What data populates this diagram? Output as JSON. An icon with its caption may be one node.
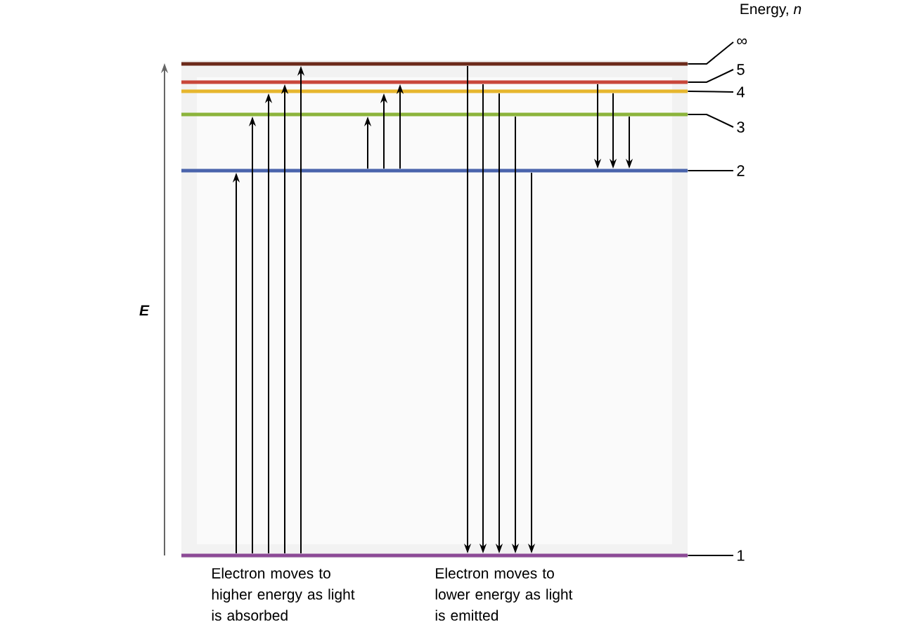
{
  "diagram": {
    "nodes": [
      {
        "text": [],
        "shape": "bar"
      },
      {
        "text": [],
        "shape": "bar"
      },
      {
        "text": [],
        "shape": "bar"
      },
      {
        "text": [],
        "shape": "bar"
      },
      {
        "text": [],
        "shape": "bar"
      },
      {
        "text": [],
        "shape": "bar"
      },
      {
        "text": [
          "∞"
        ]
      },
      {
        "text": [
          "5"
        ]
      },
      {
        "text": [
          "4"
        ]
      },
      {
        "text": [
          "3"
        ]
      },
      {
        "text": [
          "2"
        ]
      },
      {
        "text": [
          "1"
        ]
      }
    ],
    "edges": [
      {
        "from": 5,
        "to": 4,
        "arrow": "to"
      },
      {
        "from": 5,
        "to": 3,
        "arrow": "to"
      },
      {
        "from": 5,
        "to": 2,
        "arrow": "to"
      },
      {
        "from": 5,
        "to": 1,
        "arrow": "to"
      },
      {
        "from": 5,
        "to": 0,
        "arrow": "to"
      },
      {
        "from": 4,
        "to": 3,
        "arrow": "to"
      },
      {
        "from": 4,
        "to": 2,
        "arrow": "to"
      },
      {
        "from": 4,
        "to": 1,
        "arrow": "to"
      },
      {
        "from": 0,
        "to": 5,
        "arrow": "to"
      },
      {
        "from": 1,
        "to": 5,
        "arrow": "to"
      },
      {
        "from": 2,
        "to": 5,
        "arrow": "to"
      },
      {
        "from": 3,
        "to": 5,
        "arrow": "to"
      },
      {
        "from": 4,
        "to": 5,
        "arrow": "to"
      },
      {
        "from": 1,
        "to": 4,
        "arrow": "to"
      },
      {
        "from": 2,
        "to": 4,
        "arrow": "to"
      },
      {
        "from": 3,
        "to": 4,
        "arrow": "to"
      },
      {
        "from": 6,
        "to": 0,
        "arrow": "none"
      },
      {
        "from": 7,
        "to": 1,
        "arrow": "none"
      },
      {
        "from": 8,
        "to": 2,
        "arrow": "none"
      },
      {
        "from": 9,
        "to": 3,
        "arrow": "none"
      },
      {
        "from": 10,
        "to": 4,
        "arrow": "none"
      },
      {
        "from": 11,
        "to": 5,
        "arrow": "none"
      }
    ],
    "labels": [
      "Energy, *n*",
      "E",
      "Electron moves to higher energy as light is absorbed",
      "Electron moves to lower energy as light is emitted"
    ]
  }
}
